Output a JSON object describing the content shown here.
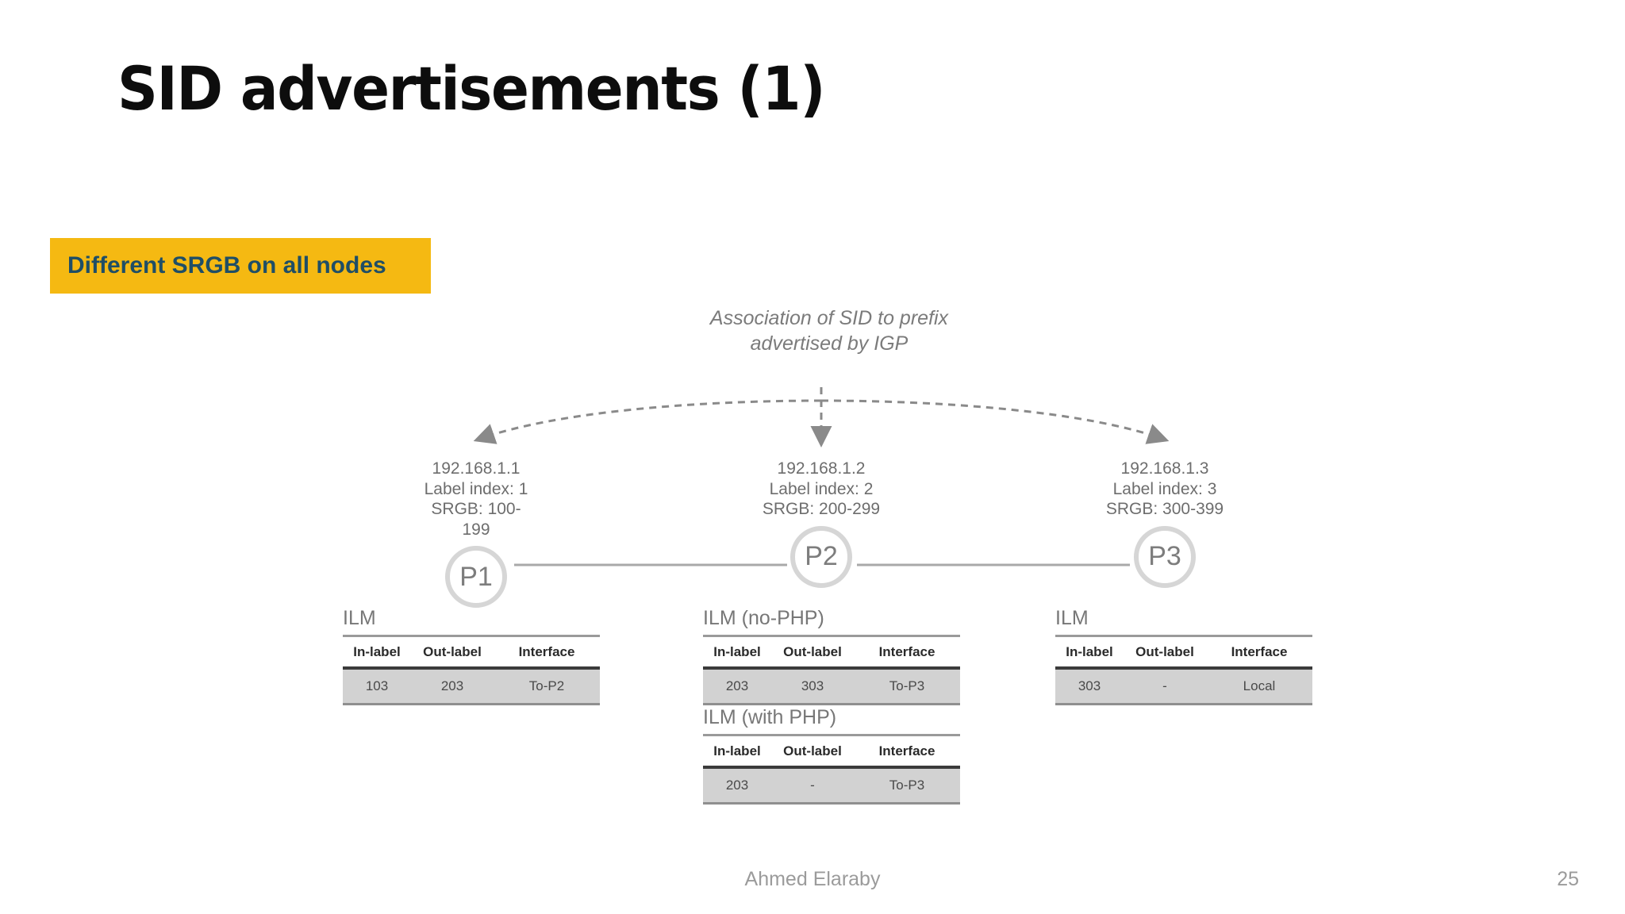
{
  "slide": {
    "title": "SID advertisements (1)",
    "callout": "Different SRGB on all nodes",
    "annotation": "Association of\nSID to prefix\nadvertised by IGP"
  },
  "topology": {
    "nodes": [
      {
        "id": "P1",
        "label": "P1",
        "info": "192.168.1.1\nLabel index: 1\nSRGB: 100-\n199",
        "prefix": "192.168.1.1",
        "label_index": "Label index: 1",
        "srgb": "SRGB: 100-199"
      },
      {
        "id": "P2",
        "label": "P2",
        "info": "192.168.1.2\nLabel index: 2\nSRGB: 200-299",
        "prefix": "192.168.1.2",
        "label_index": "Label index: 2",
        "srgb": "SRGB: 200-299"
      },
      {
        "id": "P3",
        "label": "P3",
        "info": "192.168.1.3\nLabel index: 3\nSRGB: 300-399",
        "prefix": "192.168.1.3",
        "label_index": "Label index: 3",
        "srgb": "SRGB: 300-399"
      }
    ],
    "links": [
      {
        "from": "P1",
        "to": "P2"
      },
      {
        "from": "P2",
        "to": "P3"
      }
    ]
  },
  "tables": {
    "headers": [
      "In-label",
      "Out-label",
      "Interface"
    ],
    "blocks": [
      {
        "caption": "ILM",
        "node": "P1",
        "rows": [
          {
            "in_label": "103",
            "out_label": "203",
            "interface": "To-P2"
          }
        ]
      },
      {
        "caption": "ILM (no-PHP)",
        "node": "P2",
        "rows": [
          {
            "in_label": "203",
            "out_label": "303",
            "interface": "To-P3"
          }
        ]
      },
      {
        "caption": "ILM (with PHP)",
        "node": "P2",
        "rows": [
          {
            "in_label": "203",
            "out_label": "-",
            "interface": "To-P3"
          }
        ]
      },
      {
        "caption": "ILM",
        "node": "P3",
        "rows": [
          {
            "in_label": "303",
            "out_label": "-",
            "interface": "Local"
          }
        ]
      }
    ]
  },
  "footer": {
    "author": "Ahmed Elaraby",
    "page_number": "25"
  },
  "colors": {
    "callout_background": "#F5B912",
    "callout_text": "#1F4E66",
    "title_text": "#0D0D0D",
    "diagram_gray": "#7B7B7B",
    "node_ring": "#D6D6D6",
    "table_row_background": "#D2D2D2",
    "footer_text": "#9B9B9B"
  }
}
